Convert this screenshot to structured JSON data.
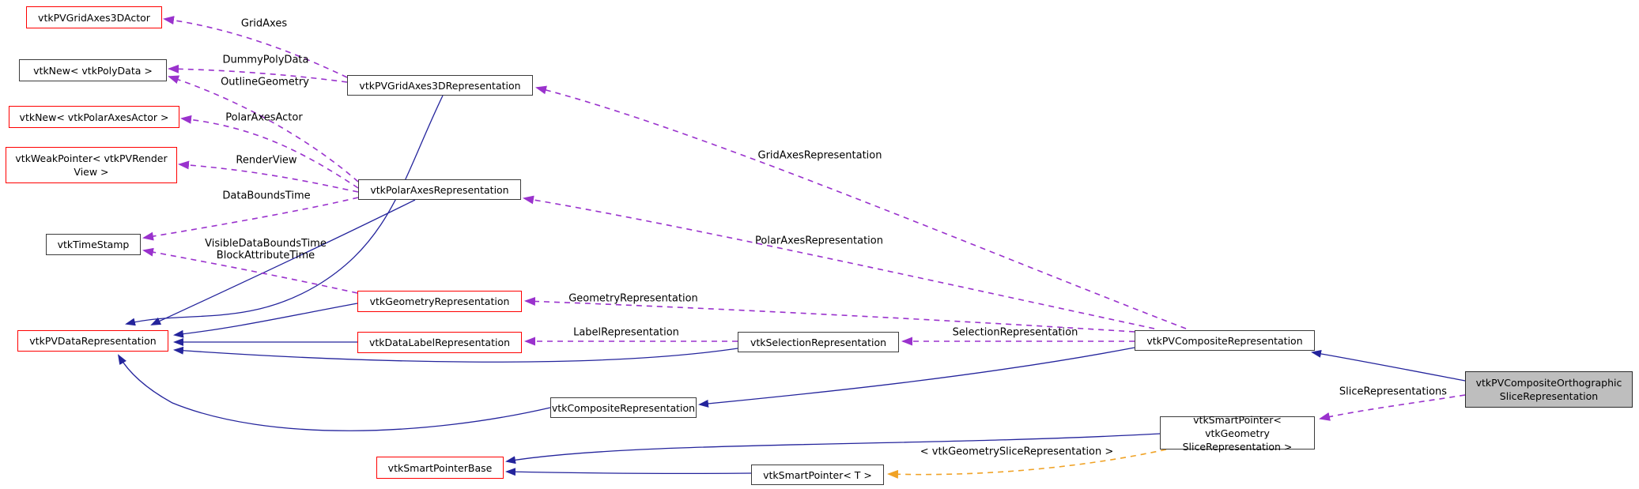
{
  "colors": {
    "inheritance_edge": "#24249c",
    "usage_edge": "#9a32cd",
    "template_edge": "#f0a225",
    "referenced_node_border": "#ff0000",
    "node_border": "#3c3c3c",
    "main_node_fill": "#bebebe",
    "background": "#ffffff"
  },
  "nodes": [
    {
      "id": "vtkPVGridAxes3DActor",
      "label": "vtkPVGridAxes3DActor"
    },
    {
      "id": "vtkNew_vtkPolyData",
      "label": "vtkNew< vtkPolyData >"
    },
    {
      "id": "vtkNew_vtkPolarAxesActor",
      "label": "vtkNew< vtkPolarAxesActor >"
    },
    {
      "id": "vtkWeakPointer_vtkPVRenderView",
      "label": [
        "vtkWeakPointer< vtkPVRender",
        "View >"
      ]
    },
    {
      "id": "vtkTimeStamp",
      "label": "vtkTimeStamp"
    },
    {
      "id": "vtkPVDataRepresentation",
      "label": "vtkPVDataRepresentation"
    },
    {
      "id": "vtkPVGridAxes3DRepresentation",
      "label": "vtkPVGridAxes3DRepresentation"
    },
    {
      "id": "vtkPolarAxesRepresentation",
      "label": "vtkPolarAxesRepresentation"
    },
    {
      "id": "vtkGeometryRepresentation",
      "label": "vtkGeometryRepresentation"
    },
    {
      "id": "vtkDataLabelRepresentation",
      "label": "vtkDataLabelRepresentation"
    },
    {
      "id": "vtkSelectionRepresentation",
      "label": "vtkSelectionRepresentation"
    },
    {
      "id": "vtkCompositeRepresentation",
      "label": "vtkCompositeRepresentation"
    },
    {
      "id": "vtkPVCompositeRepresentation",
      "label": "vtkPVCompositeRepresentation"
    },
    {
      "id": "vtkPVCompositeOrthographicSliceRepresentation",
      "label": [
        "vtkPVCompositeOrthographic",
        "SliceRepresentation"
      ]
    },
    {
      "id": "vtkSmartPointer_vtkGeometrySliceRepresentation",
      "label": [
        "vtkSmartPointer< vtkGeometry",
        "SliceRepresentation >"
      ]
    },
    {
      "id": "vtkSmartPointerBase",
      "label": "vtkSmartPointerBase"
    },
    {
      "id": "vtkSmartPointer_T",
      "label": "vtkSmartPointer< T >"
    }
  ],
  "edge_labels": [
    {
      "text": "GridAxes"
    },
    {
      "text": "DummyPolyData"
    },
    {
      "text": "OutlineGeometry"
    },
    {
      "text": "PolarAxesActor"
    },
    {
      "text": "RenderView"
    },
    {
      "text": "DataBoundsTime"
    },
    {
      "text": [
        "VisibleDataBoundsTime",
        "BlockAttributeTime"
      ]
    },
    {
      "text": "GridAxesRepresentation"
    },
    {
      "text": "PolarAxesRepresentation"
    },
    {
      "text": "GeometryRepresentation"
    },
    {
      "text": "LabelRepresentation"
    },
    {
      "text": "SelectionRepresentation"
    },
    {
      "text": "SliceRepresentations"
    },
    {
      "text": "< vtkGeometrySliceRepresentation >"
    }
  ]
}
